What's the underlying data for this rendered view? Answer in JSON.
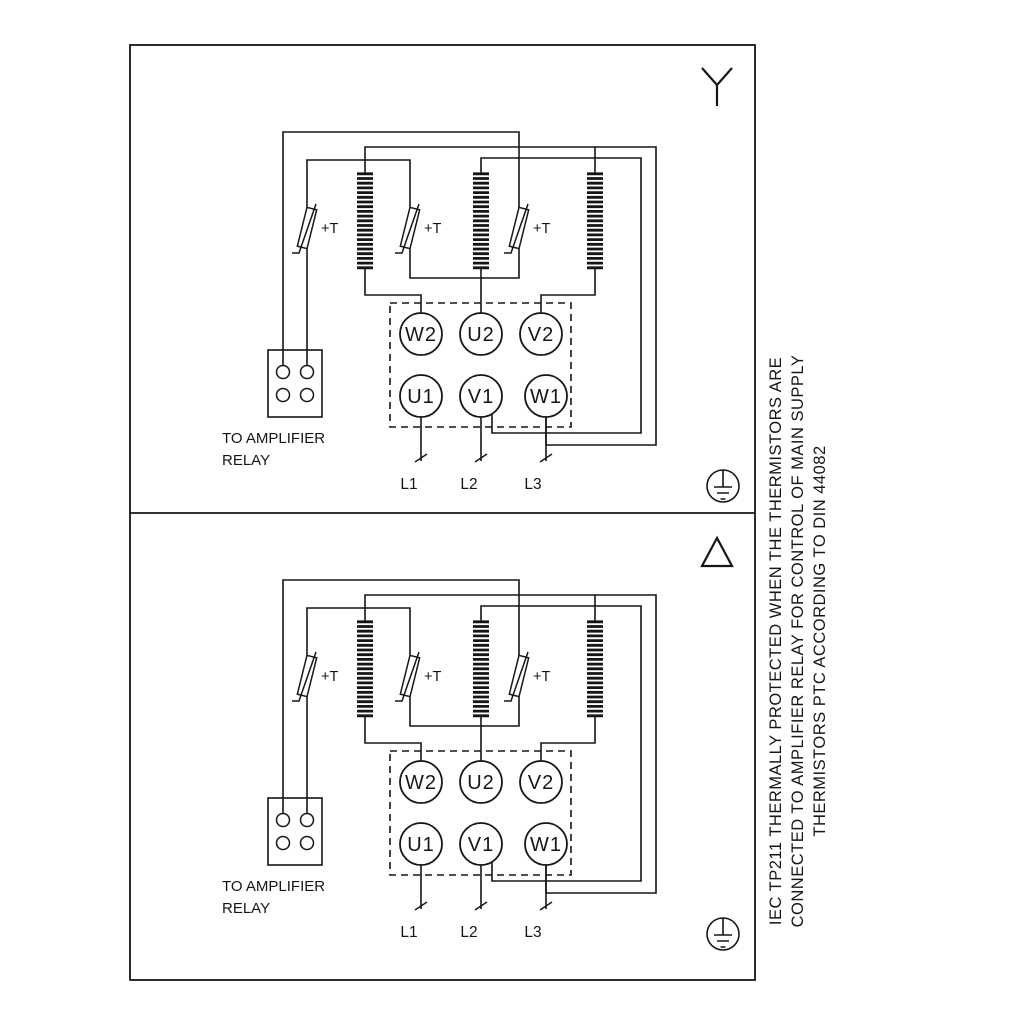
{
  "colors": {
    "ink": "#161616",
    "bg": "#ffffff"
  },
  "side_note": {
    "lines": [
      "IEC TP211 THERMALLY PROTECTED WHEN THE THERMISTORS ARE",
      "CONNECTED TO AMPLIFIER RELAY FOR CONTROL OF MAIN SUPPLY",
      "THERMISTORS PTC ACCORDING TO DIN 44082"
    ]
  },
  "panels": [
    {
      "connection_symbol": "star",
      "terminals_top": [
        "W2",
        "U2",
        "V2"
      ],
      "terminals_bottom": [
        "U1",
        "V1",
        "W1"
      ],
      "supply_lines": [
        "L1",
        "L2",
        "L3"
      ],
      "thermistor_labels": [
        "+T",
        "+T",
        "+T"
      ],
      "relay_note": [
        "TO AMPLIFIER",
        "RELAY"
      ]
    },
    {
      "connection_symbol": "delta",
      "terminals_top": [
        "W2",
        "U2",
        "V2"
      ],
      "terminals_bottom": [
        "U1",
        "V1",
        "W1"
      ],
      "supply_lines": [
        "L1",
        "L2",
        "L3"
      ],
      "thermistor_labels": [
        "+T",
        "+T",
        "+T"
      ],
      "relay_note": [
        "TO AMPLIFIER",
        "RELAY"
      ]
    }
  ]
}
